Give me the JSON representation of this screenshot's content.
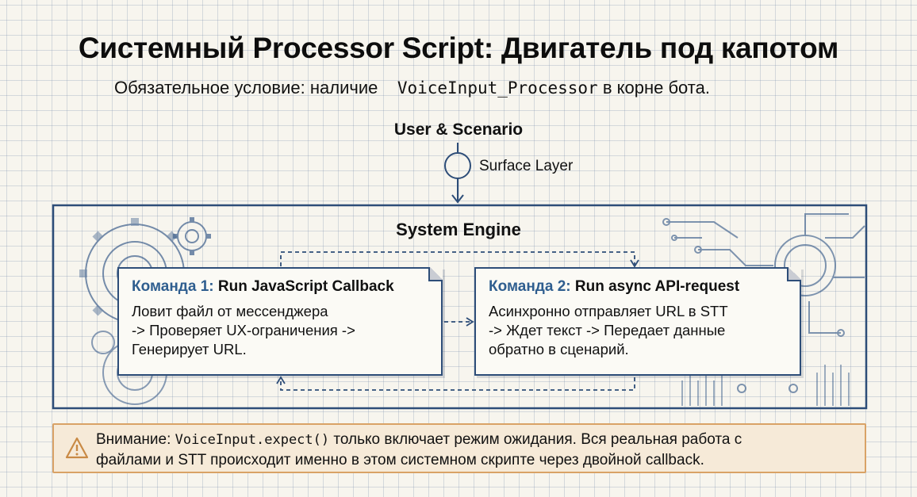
{
  "title": "Системный Processor Script: Двигатель под капотом",
  "subtitle": {
    "prefix": "Обязательное условие: наличие",
    "code": "VoiceInput_Processor",
    "suffix": "в корне бота."
  },
  "user_scenario_label": "User & Scenario",
  "surface_layer_label": "Surface Layer",
  "system_engine_label": "System Engine",
  "commands": [
    {
      "number_label": "Команда 1:",
      "name": "Run JavaScript Callback",
      "description": "Ловит файл от мессенджера\n-> Проверяет UX-ограничения ->\nГенерирует URL."
    },
    {
      "number_label": "Команда 2:",
      "name": "Run async API-request",
      "description": "Асинхронно отправляет URL в STT\n-> Ждет текст -> Передает данные\nобратно в сценарий."
    }
  ],
  "warning": {
    "prefix": "Внимание:",
    "code": "VoiceInput.expect()",
    "line1_suffix": "только включает режим ожидания. Вся реальная работа с",
    "line2": "файлами и STT происходит именно в этом системном скрипте через двойной callback.",
    "icon": "warning-triangle-icon"
  },
  "colors": {
    "frame": "#2d4d78",
    "accent_number": "#2f5e8f",
    "warning_bg": "#f6ead8",
    "warning_border": "#d9a266"
  }
}
